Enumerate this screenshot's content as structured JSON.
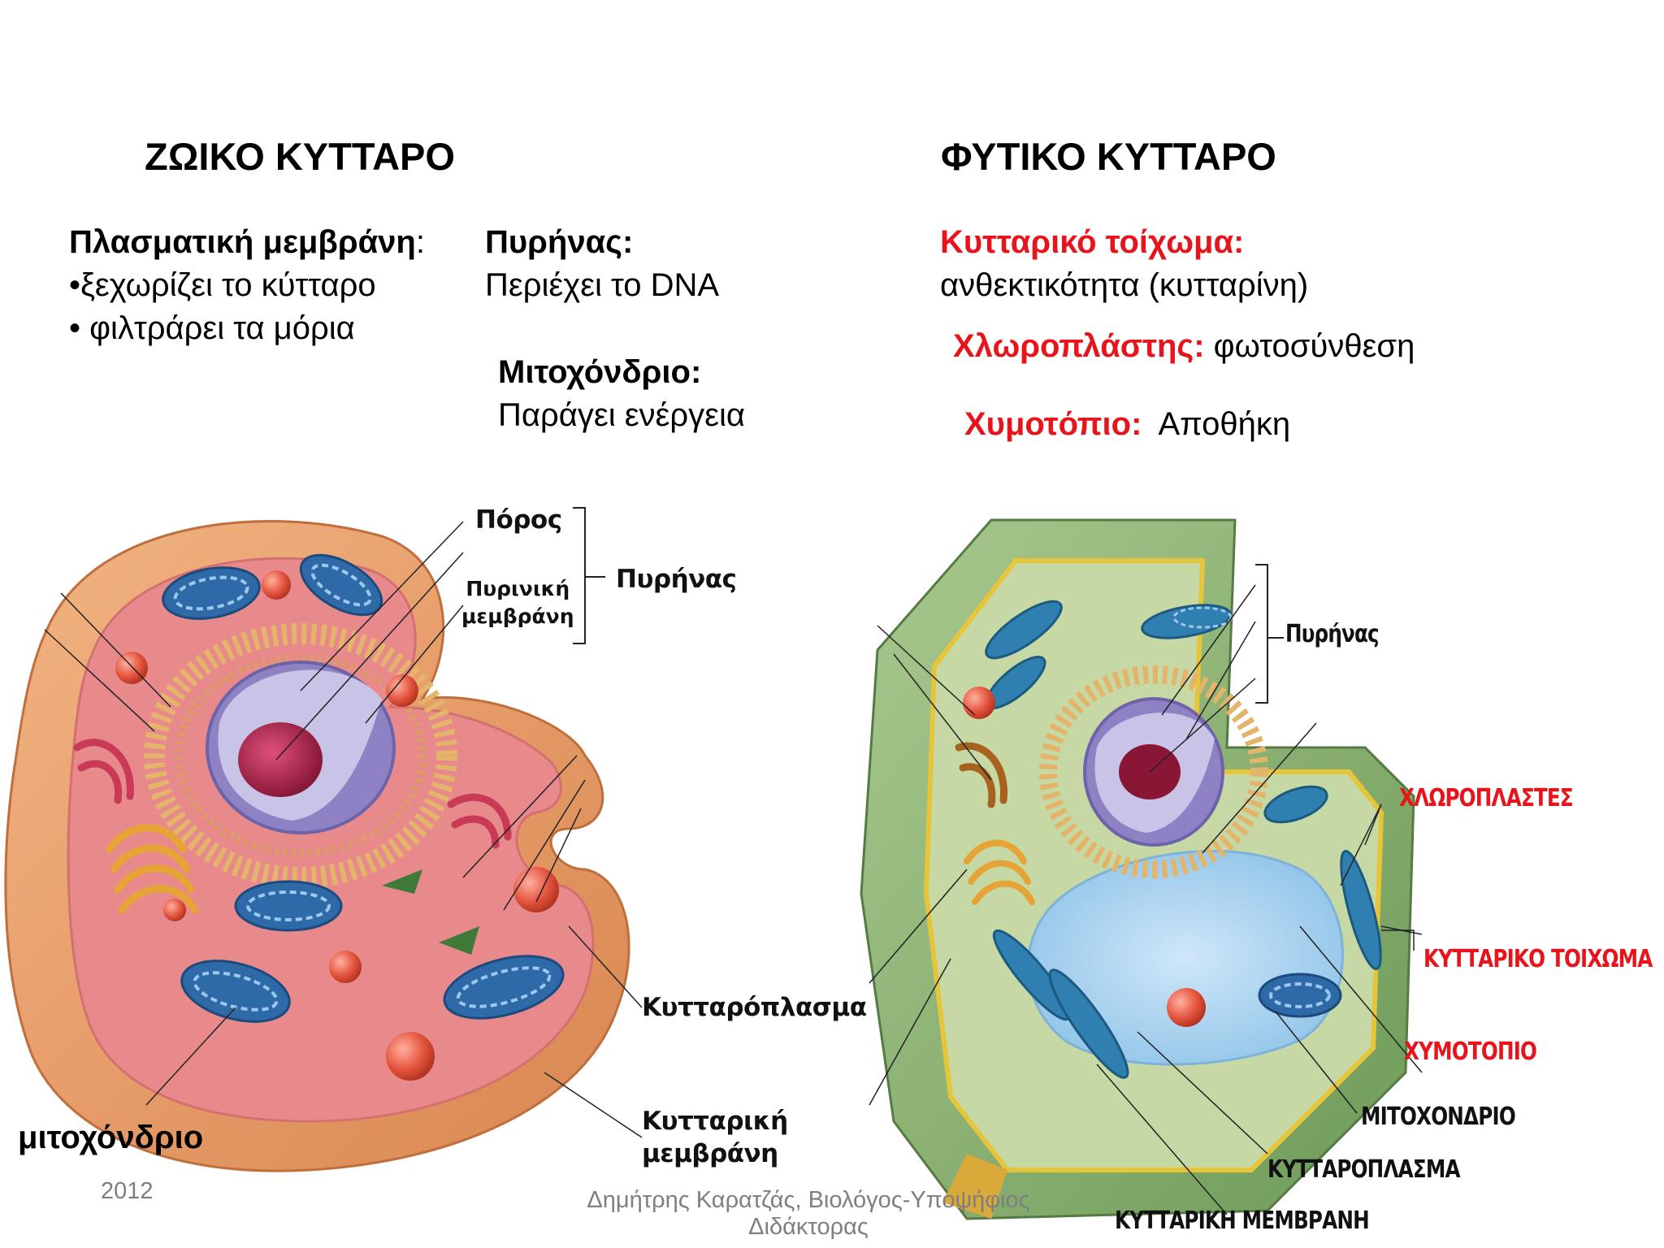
{
  "animal": {
    "title": "ΖΩΙΚΟ ΚΥΤΤΑΡΟ",
    "membrane_heading": "Πλασματική μεμβράνη",
    "membrane_colon": ":",
    "membrane_points": [
      "•ξεχωρίζει το κύτταρο",
      "• φιλτράρει τα μόρια"
    ],
    "nucleus_heading": "Πυρήνας:",
    "nucleus_text": "Περιέχει το DNA",
    "mito_heading": "Μιτοχόνδριο:",
    "mito_text": "Παράγει ενέργεια",
    "labels": {
      "pore": "Πόρος",
      "nuclear_membrane_1": "Πυρινική",
      "nuclear_membrane_2": "μεμβράνη",
      "nucleus": "Πυρήνας",
      "cytoplasm": "Κυτταρόπλασμα",
      "cell_membrane_1": "Κυτταρική",
      "cell_membrane_2": "μεμβράνη",
      "mitochondrion": "μιτοχόνδριο"
    }
  },
  "plant": {
    "title": "ΦΥΤΙΚΟ ΚΥΤΤΑΡΟ",
    "wall_heading": "Κυτταρικό τοίχωμα:",
    "wall_text": "ανθεκτικότητα (κυτταρίνη)",
    "chloro_heading": "Χλωροπλάστης:",
    "chloro_text": " φωτοσύνθεση",
    "vacuole_heading": "Χυμοτόπιο:",
    "vacuole_text": "  Αποθήκη",
    "labels": {
      "nucleus": "Πυρήνας",
      "chloroplasts": "ΧΛΩΡΟΠΛΑΣΤΕΣ",
      "cell_wall": "ΚΥΤΤΑΡΙΚΟ ΤΟΙΧΩΜΑ",
      "vacuole": "ΧΥΜΟΤΟΠΙΟ",
      "mitochondrion": "ΜΙΤΟΧΟΝΔΡΙΟ",
      "cytoplasm": "ΚΥΤΤΑΡΟΠΛΑΣΜΑ",
      "cell_membrane": "ΚΥΤΤΑΡΙΚΗ ΜΕΜΒΡΑΝΗ"
    }
  },
  "footer": {
    "year": "2012",
    "author_1": "Δημήτρης Καρατζάς, Βιολόγος-Υποψήφιος",
    "author_2": "Διδάκτορας"
  },
  "colors": {
    "red_heading": "#e8141c",
    "footer_gray": "#7f7f7f"
  }
}
